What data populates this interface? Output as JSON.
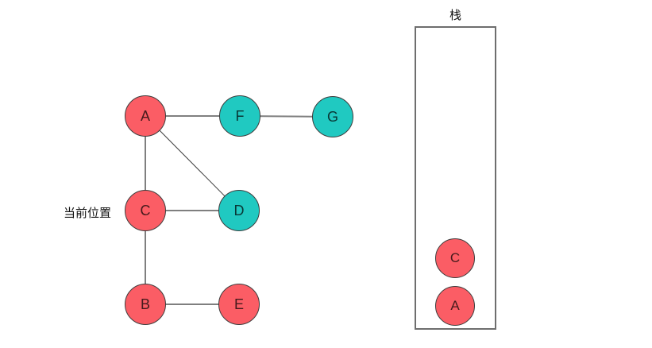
{
  "diagram": {
    "type": "graph-traversal-with-stack",
    "current_position_label": "当前位置",
    "colors": {
      "visited_node": "#fb5d65",
      "unvisited_node": "#20c9c1",
      "edge": "#7f7f7f",
      "thin_edge": "#3f3f3f",
      "node_border": "#3d3d3d",
      "stack_border": "#6e6e6e"
    },
    "nodes": [
      {
        "id": "A",
        "label": "A",
        "state": "visited",
        "color": "red"
      },
      {
        "id": "F",
        "label": "F",
        "state": "unvisited",
        "color": "teal"
      },
      {
        "id": "G",
        "label": "G",
        "state": "unvisited",
        "color": "teal"
      },
      {
        "id": "C",
        "label": "C",
        "state": "visited",
        "color": "red"
      },
      {
        "id": "D",
        "label": "D",
        "state": "unvisited",
        "color": "teal"
      },
      {
        "id": "B",
        "label": "B",
        "state": "visited",
        "color": "red"
      },
      {
        "id": "E",
        "label": "E",
        "state": "visited",
        "color": "red"
      }
    ],
    "edges": [
      {
        "from": "A",
        "to": "F"
      },
      {
        "from": "F",
        "to": "G"
      },
      {
        "from": "A",
        "to": "C"
      },
      {
        "from": "A",
        "to": "D"
      },
      {
        "from": "C",
        "to": "D"
      },
      {
        "from": "C",
        "to": "B"
      },
      {
        "from": "B",
        "to": "E"
      }
    ]
  },
  "stack": {
    "title": "栈",
    "items": [
      {
        "label": "C"
      },
      {
        "label": "A"
      }
    ]
  }
}
